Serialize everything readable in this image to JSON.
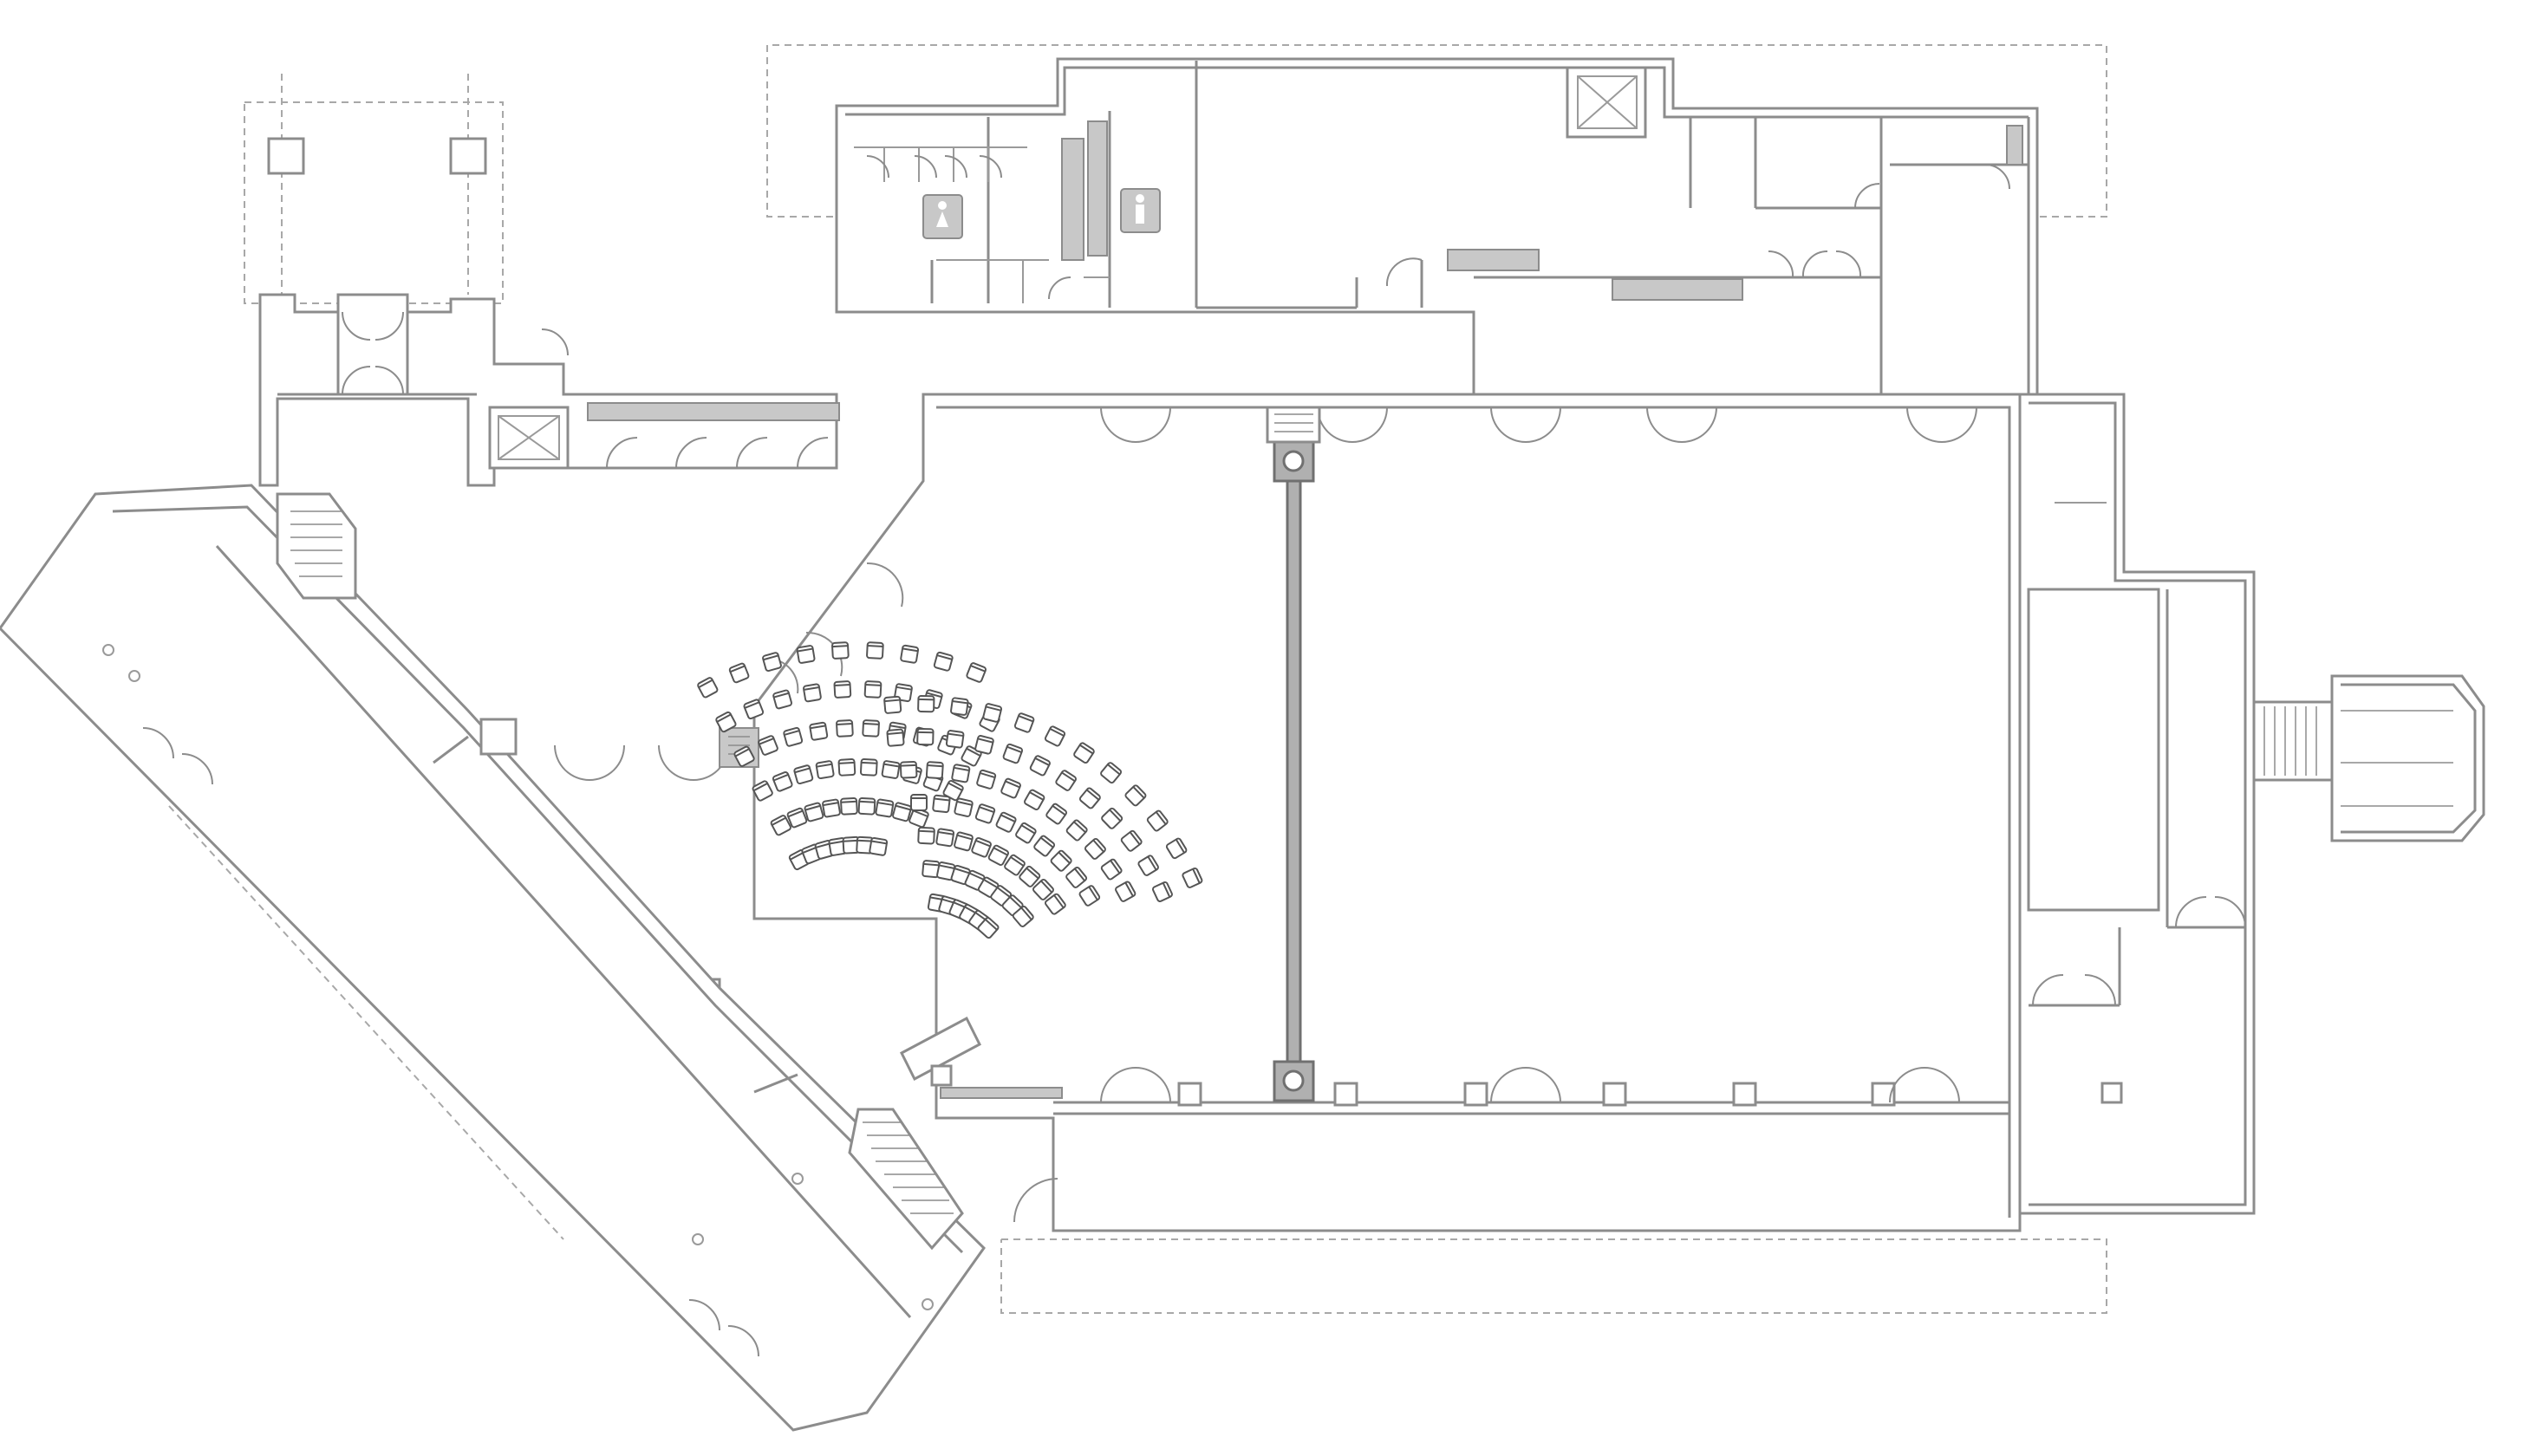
{
  "drawing": {
    "type": "architectural floor plan",
    "colors": {
      "wall_stroke": "#8c8c8c",
      "accent_fill": "#c8c8c8",
      "chair_stroke": "#555555",
      "background": "#ffffff"
    },
    "icons": [
      "women-restroom-icon",
      "men-restroom-icon",
      "elevator-icon",
      "column-icon"
    ],
    "seating": {
      "left_block_rows": [
        9,
        10,
        10,
        10,
        9,
        7
      ],
      "right_block_rows": [
        6,
        8,
        9,
        10,
        11,
        12,
        12
      ]
    }
  }
}
